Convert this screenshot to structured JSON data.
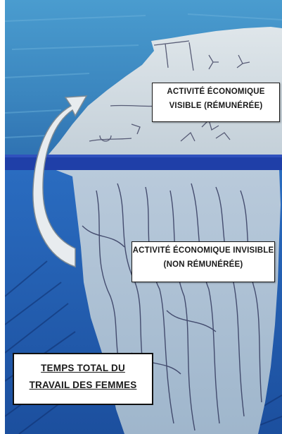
{
  "labels": {
    "visible": {
      "line1": "ACTIVITÉ ÉCONOMIQUE",
      "line2": "VISIBLE (RÉMUNÉRÉE)"
    },
    "invisible": {
      "line1": "ACTIVITÉ ÉCONOMIQUE INVISIBLE",
      "line2": "(NON RÉMUNÉRÉE)"
    },
    "total": {
      "line1": "TEMPS TOTAL DU",
      "line2": "TRAVAIL DES FEMMES"
    }
  },
  "colors": {
    "sky": "#3f8fc4",
    "waterline": "#1f3fa8",
    "deep_water": "#1f5aa8",
    "ice": "#c9d8e4",
    "arrow": "#e8ecef",
    "sketch_lines": "#2a2f55"
  },
  "icons": {
    "arrow": "curved-arrow-icon",
    "iceberg": "iceberg-illustration"
  }
}
